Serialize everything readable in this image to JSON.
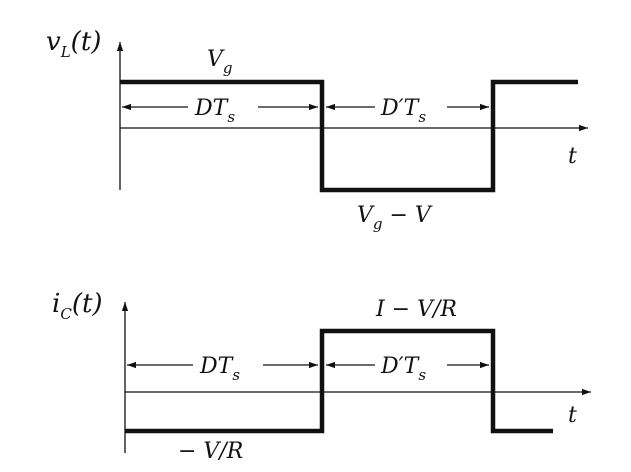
{
  "top": {
    "y_name": "v",
    "y_sub": "L",
    "y_arg": "(t)",
    "t_label": "t",
    "high_main": "V",
    "high_sub": "g",
    "low_main": "V",
    "low_sub": "g",
    "low_rest": " − V",
    "dts_main": "DT",
    "dts_sub": "s",
    "dpts_main": "D′T",
    "dpts_sub": "s"
  },
  "bottom": {
    "y_name": "i",
    "y_sub": "C",
    "y_arg": "(t)",
    "t_label": "t",
    "high_label": "I − V/R",
    "low_label": "− V/R",
    "dts_main": "DT",
    "dts_sub": "s",
    "dpts_main": "D′T",
    "dpts_sub": "s"
  },
  "colors": {
    "stroke": "#111111",
    "background": "#ffffff"
  }
}
